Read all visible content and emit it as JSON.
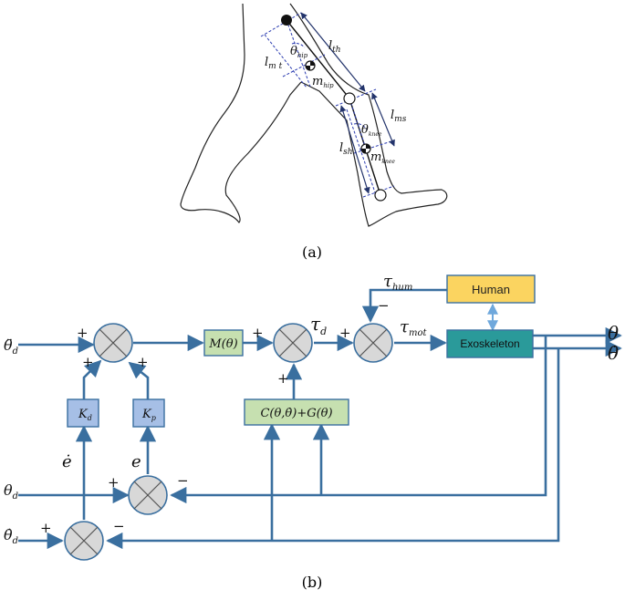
{
  "captions": {
    "a": "(a)",
    "b": "(b)"
  },
  "leg_labels": {
    "l_mt": "l",
    "l_mt_sub": "m t",
    "theta_hip": "θ",
    "theta_hip_sub": "hip",
    "l_th": "l",
    "l_th_sub": "th",
    "m_hip": "m",
    "m_hip_sub": "hip",
    "l_ms": "l",
    "l_ms_sub": "ms",
    "theta_knee": "θ",
    "theta_knee_sub": "knee",
    "l_sh": "l",
    "l_sh_sub": "sh",
    "m_knee": "m",
    "m_knee_sub": "knee"
  },
  "blocks": {
    "human": "Human",
    "exoskeleton": "Exoskeleton",
    "mass_matrix": "M(θ)",
    "coriolis_gravity": "C(θ,θ̇)+G(θ)",
    "kd": "K",
    "kd_sub": "d",
    "kp": "K",
    "kp_sub": "p"
  },
  "signals": {
    "theta_dd_d": "θ̈",
    "theta_d": "θ",
    "theta_dot_d": "θ̇",
    "sub_d": "d",
    "tau": "τ",
    "tau_d_sub": "d",
    "tau_hum_sub": "hum",
    "tau_mot_sub": "mot",
    "out_theta": "θ",
    "out_theta_dot": "θ̇",
    "e": "e",
    "e_dot": "ė"
  },
  "signs": {
    "plus": "+",
    "minus": "−"
  },
  "colors": {
    "line": "#3a6f9f",
    "human_fill": "#fbd460",
    "exo_fill": "#2a9a9a",
    "m_fill": "#c6e0b0",
    "k_fill": "#a6bfe6",
    "sum_fill": "#d8d8d8"
  }
}
